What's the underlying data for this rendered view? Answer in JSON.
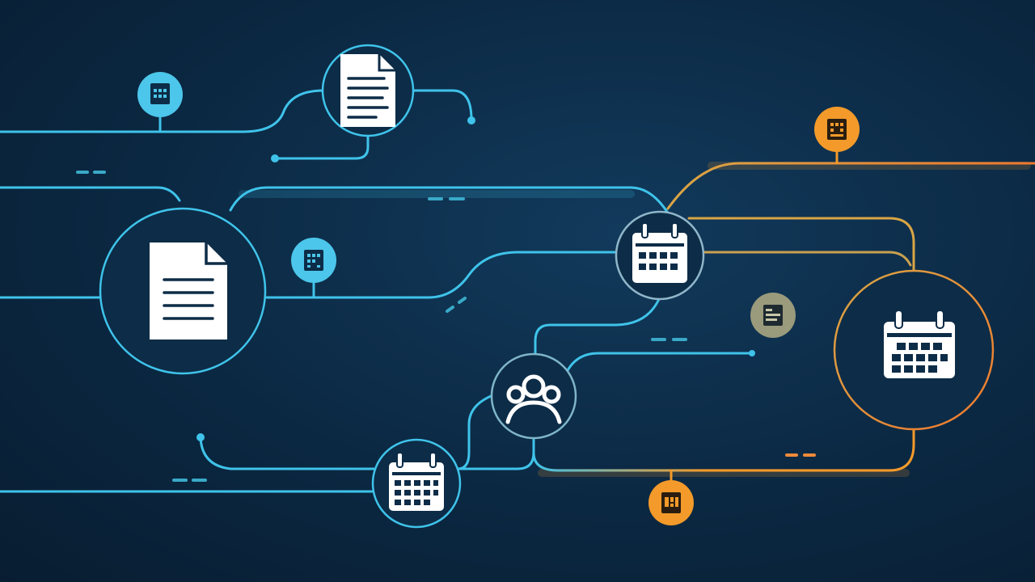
{
  "colors": {
    "background": "#0b2842",
    "cyan": "#3fc3ea",
    "cyan_badge": "#4cc6ea",
    "orange": "#f39a2a",
    "gold": "#d9a545",
    "node_fill": "#0d2c47",
    "icon": "#ffffff",
    "khaki_badge": "#9a9a7c"
  },
  "nodes": [
    {
      "id": "doc-top",
      "icon": "document-icon"
    },
    {
      "id": "doc-large",
      "icon": "document-icon"
    },
    {
      "id": "calendar-center",
      "icon": "calendar-icon"
    },
    {
      "id": "people",
      "icon": "people-icon"
    },
    {
      "id": "calendar-bottom",
      "icon": "calendar-icon"
    },
    {
      "id": "calendar-large",
      "icon": "calendar-icon"
    }
  ],
  "badges": [
    {
      "id": "badge-top-left",
      "icon": "small-calendar-icon",
      "glyph": "⊞"
    },
    {
      "id": "badge-mid-left",
      "icon": "small-chart-icon",
      "glyph": "▦"
    },
    {
      "id": "badge-top-right",
      "icon": "small-calendar-icon",
      "glyph": "⊟"
    },
    {
      "id": "badge-gray",
      "icon": "small-note-icon",
      "glyph": "≡"
    },
    {
      "id": "badge-bottom",
      "icon": "small-tag-icon",
      "glyph": "▣"
    }
  ]
}
